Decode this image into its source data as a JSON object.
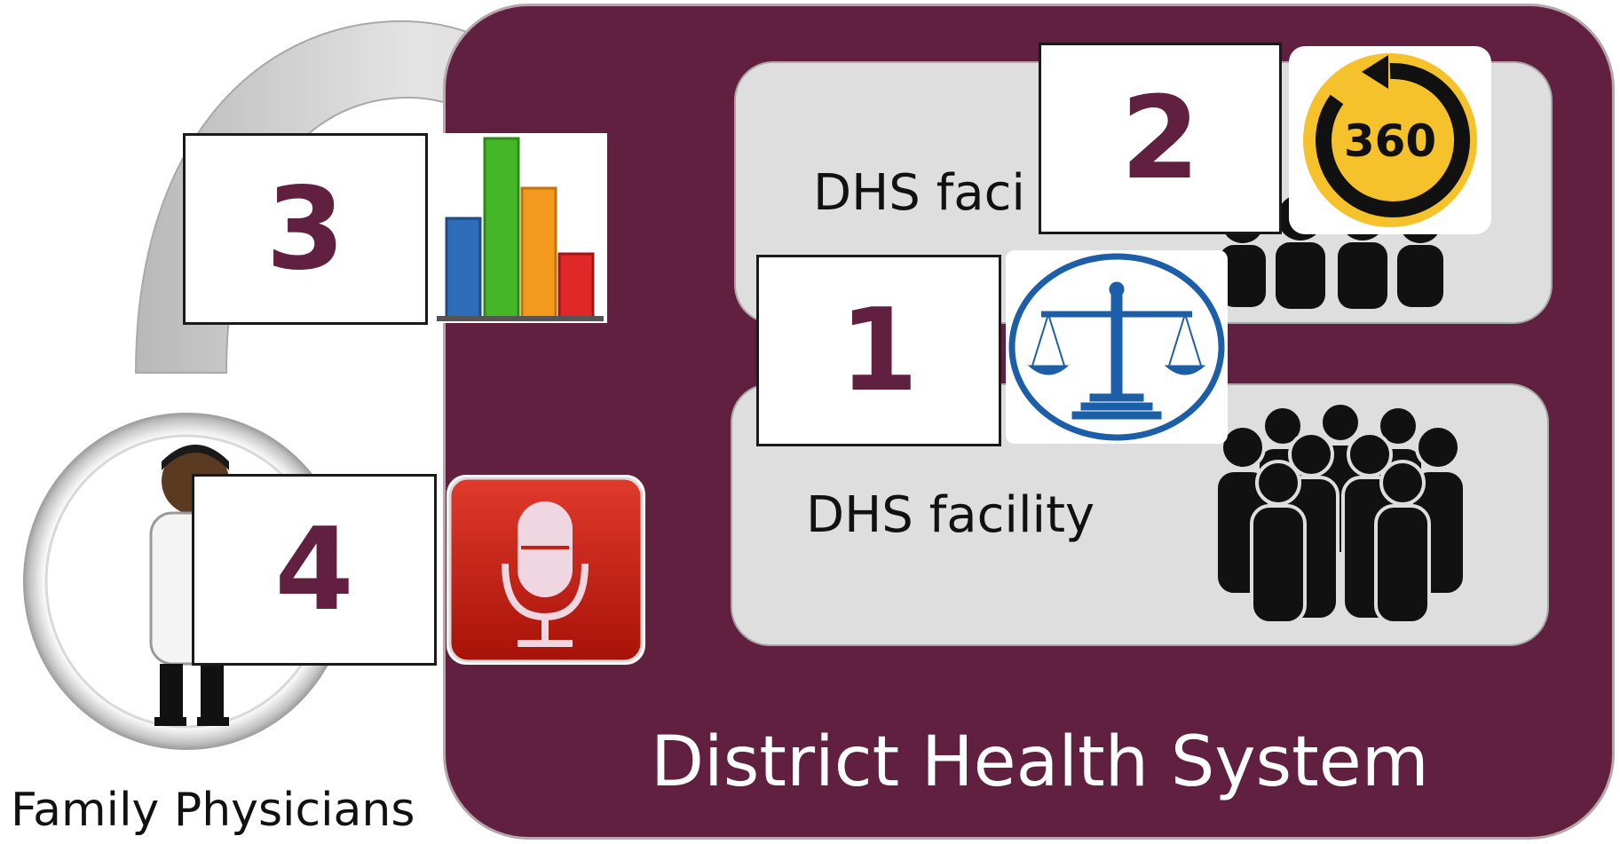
{
  "diagram": {
    "system_label": "District Health System",
    "physicians_label": "Family Physicians",
    "facilities": [
      {
        "label": "DHS faci"
      },
      {
        "label": "DHS facility"
      }
    ],
    "steps": [
      {
        "number": "1",
        "icon": "scales-of-justice-icon"
      },
      {
        "number": "2",
        "icon": "360-rotation-icon",
        "icon_text": "360"
      },
      {
        "number": "3",
        "icon": "bar-chart-icon"
      },
      {
        "number": "4",
        "icon": "microphone-icon"
      }
    ]
  },
  "colors": {
    "primary": "#61203f",
    "facility_bg": "#dedede",
    "arrow": "#c8c8c8",
    "icon_yellow": "#f6c22c",
    "mic_red": "#c81f14",
    "scales_blue": "#1d5ea9"
  }
}
